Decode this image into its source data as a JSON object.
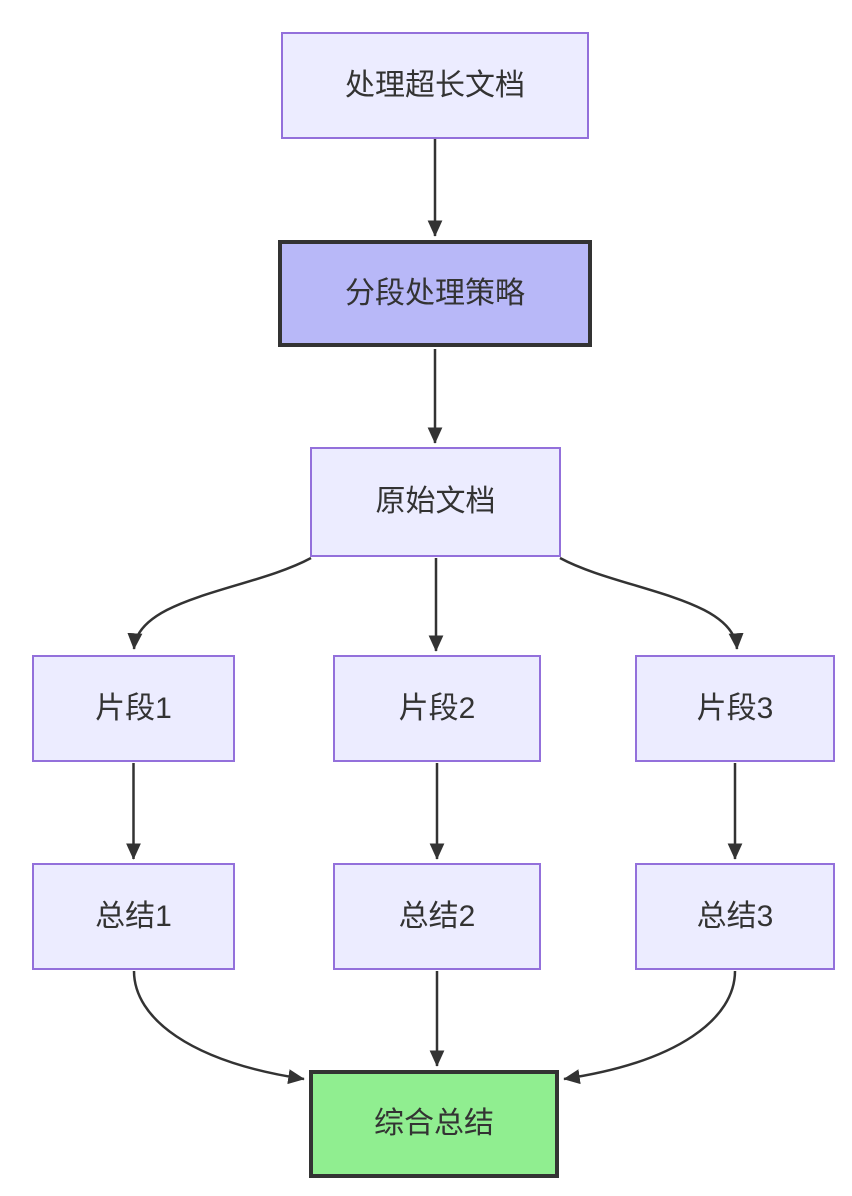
{
  "diagram": {
    "type": "flowchart",
    "direction": "top-down",
    "nodes": [
      {
        "id": "A",
        "label": "处理超长文档",
        "style": "default"
      },
      {
        "id": "B",
        "label": "分段处理策略",
        "style": "emphasis-purple"
      },
      {
        "id": "C",
        "label": "原始文档",
        "style": "default"
      },
      {
        "id": "C1",
        "label": "片段1",
        "style": "default"
      },
      {
        "id": "C2",
        "label": "片段2",
        "style": "default"
      },
      {
        "id": "C3",
        "label": "片段3",
        "style": "default"
      },
      {
        "id": "S1",
        "label": "总结1",
        "style": "default"
      },
      {
        "id": "S2",
        "label": "总结2",
        "style": "default"
      },
      {
        "id": "S3",
        "label": "总结3",
        "style": "default"
      },
      {
        "id": "F",
        "label": "综合总结",
        "style": "emphasis-green"
      }
    ],
    "edges": [
      {
        "from": "A",
        "to": "B"
      },
      {
        "from": "B",
        "to": "C"
      },
      {
        "from": "C",
        "to": "C1"
      },
      {
        "from": "C",
        "to": "C2"
      },
      {
        "from": "C",
        "to": "C3"
      },
      {
        "from": "C1",
        "to": "S1"
      },
      {
        "from": "C2",
        "to": "S2"
      },
      {
        "from": "C3",
        "to": "S3"
      },
      {
        "from": "S1",
        "to": "F"
      },
      {
        "from": "S2",
        "to": "F"
      },
      {
        "from": "S3",
        "to": "F"
      }
    ],
    "colors": {
      "canvas_background": "#FFFFFF",
      "node_fill": "#ECECFF",
      "node_border": "#9370DB",
      "emphasis_purple_fill": "#B8B8F8",
      "emphasis_green_fill": "#90EE90",
      "emphasis_border": "#333333",
      "edge_line": "#333333",
      "text": "#333333"
    }
  }
}
